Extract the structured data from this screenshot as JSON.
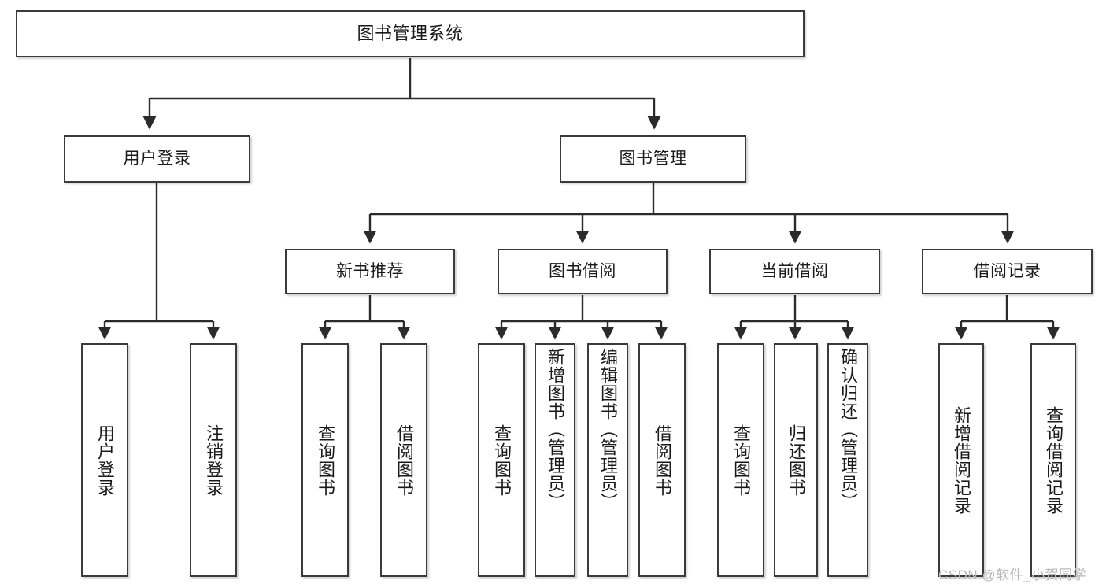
{
  "diagram": {
    "title": "图书管理系统",
    "type": "tree-hierarchy-chart",
    "root": {
      "label": "图书管理系统"
    },
    "level2": [
      {
        "label": "用户登录"
      },
      {
        "label": "图书管理"
      }
    ],
    "level3": [
      {
        "label": "新书推荐"
      },
      {
        "label": "图书借阅"
      },
      {
        "label": "当前借阅"
      },
      {
        "label": "借阅记录"
      }
    ],
    "leaves": {
      "user_login": [
        {
          "label": "用户登录"
        },
        {
          "label": "注销登录"
        }
      ],
      "new_book_recommend": [
        {
          "label": "查询图书"
        },
        {
          "label": "借阅图书"
        }
      ],
      "book_borrow": [
        {
          "label": "查询图书"
        },
        {
          "label": "新增图书（管理员）"
        },
        {
          "label": "编辑图书（管理员）"
        },
        {
          "label": "借阅图书"
        }
      ],
      "current_borrow": [
        {
          "label": "查询图书"
        },
        {
          "label": "归还图书"
        },
        {
          "label": "确认归还（管理员）"
        }
      ],
      "borrow_record": [
        {
          "label": "新增借阅记录"
        },
        {
          "label": "查询借阅记录"
        }
      ]
    }
  },
  "watermark": {
    "text": "CSDN @软件_小贺同学"
  },
  "colors": {
    "box_border": "#3a3a3a",
    "box_fill": "#ffffff",
    "connector": "#2b2b2b",
    "text": "#1a1a1a",
    "watermark": "#b9b9b9",
    "background": "#ffffff"
  }
}
